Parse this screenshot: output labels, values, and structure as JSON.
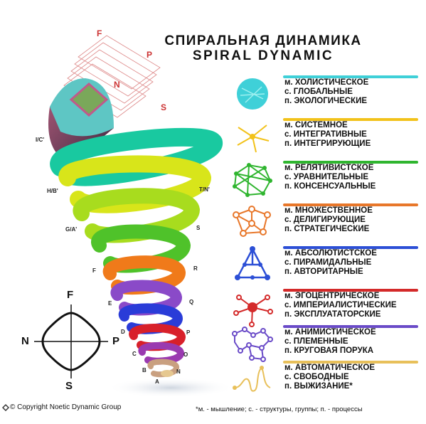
{
  "title": {
    "ru": "СПИРАЛЬНАЯ ДИНАМИКА",
    "en": "SPIRAL DYNAMIC"
  },
  "top_letters": [
    "F",
    "N",
    "P",
    "S"
  ],
  "helix_labels": {
    "left": [
      "I/C'",
      "H/B'",
      "G/A'",
      "F",
      "E",
      "D",
      "C",
      "B",
      "A"
    ],
    "right": [
      "T/N'",
      "S",
      "R",
      "Q",
      "P",
      "O",
      "N"
    ]
  },
  "levels": [
    {
      "color": "#3fd0d8",
      "icon": "turquoise-blob-icon",
      "lines": [
        "м. ХОЛИСТИЧЕСКОЕ",
        "с. ГЛОБАЛЬНЫЕ",
        "п. ЭКОЛОГИЧЕСКИЕ"
      ]
    },
    {
      "color": "#f2c21a",
      "icon": "yellow-star-network-icon",
      "lines": [
        "м. СИСТЕМНОЕ",
        "с. ИНТЕГРАТИВНЫЕ",
        "п. ИНТЕГРИРУЮЩИЕ"
      ]
    },
    {
      "color": "#2fb52f",
      "icon": "green-mesh-icon",
      "lines": [
        "м. РЕЛЯТИВИСТСКОЕ",
        "с. УРАВНИТЕЛЬНЫЕ",
        "п. КОНСЕНСУАЛЬНЫЕ"
      ]
    },
    {
      "color": "#e8772a",
      "icon": "orange-network-icon",
      "lines": [
        "м. МНОЖЕСТВЕННОЕ",
        "с. ДЕЛИГИРУЮЩИЕ",
        "п. СТРАТЕГИЧЕСКИЕ"
      ]
    },
    {
      "color": "#2c4fd6",
      "icon": "blue-pyramid-icon",
      "lines": [
        "м. АБСОЛЮТИСТСКОЕ",
        "с. ПИРАМИДАЛЬНЫЕ",
        "п. АВТОРИТАРНЫЕ"
      ]
    },
    {
      "color": "#d42a2a",
      "icon": "red-hub-icon",
      "lines": [
        "м. ЭГОЦЕНТРИЧЕСКОЕ",
        "с. ИМПЕРИАЛИСТИЧЕСКИЕ",
        "п. ЭКСПЛУАТАТОРСКИЕ"
      ]
    },
    {
      "color": "#6a4bc8",
      "icon": "purple-cluster-icon",
      "lines": [
        "м. АНИМИСТИЧЕСКОЕ",
        "с. ПЛЕМЕННЫЕ",
        "п. КРУГОВАЯ ПОРУКА"
      ]
    },
    {
      "color": "#e8c05a",
      "icon": "beige-scribble-icon",
      "lines": [
        "м. АВТОМАТИЧЕСКОЕ",
        "с. СВОБОДНЫЕ",
        "п. ВЫЖИЗАНИЕ*"
      ]
    }
  ],
  "compass": {
    "top": "F",
    "left": "N",
    "right": "P",
    "bottom": "S"
  },
  "copyright": "© Copyright Noetic Dynamic Group",
  "footnote": "*м. - мышление; с. - структуры, группы; п. - процессы"
}
